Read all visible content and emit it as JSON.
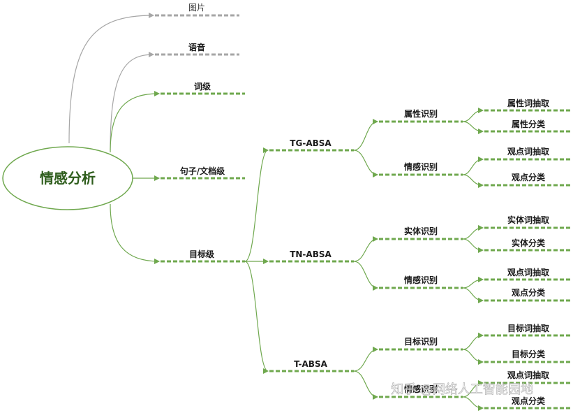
{
  "root": {
    "label": "情感分析"
  },
  "level1": {
    "image": "图片",
    "speech": "语音",
    "word": "词级",
    "sentence_doc": "句子/文档级",
    "target": "目标级"
  },
  "level2": {
    "tg_absa": "TG-ABSA",
    "tn_absa": "TN-ABSA",
    "t_absa": "T-ABSA"
  },
  "tg": {
    "attr_recog": "属性识别",
    "attr_extract": "属性词抽取",
    "attr_class": "属性分类",
    "sent_recog": "情感识别",
    "opinion_extract": "观点词抽取",
    "opinion_class": "观点分类"
  },
  "tn": {
    "entity_recog": "实体识别",
    "entity_extract": "实体词抽取",
    "entity_class": "实体分类",
    "sent_recog": "情感识别",
    "opinion_extract": "观点词抽取",
    "opinion_class": "观点分类"
  },
  "t": {
    "target_recog": "目标识别",
    "target_extract": "目标词抽取",
    "target_class": "目标分类",
    "sent_recog": "情感识别",
    "opinion_extract": "观点词抽取",
    "opinion_class": "观点分类"
  },
  "watermark": "知乎 @网络人工智能园地",
  "colors": {
    "green": "#6fa84e",
    "gray": "#a6a6a6",
    "root_text": "#2e5d1c"
  }
}
